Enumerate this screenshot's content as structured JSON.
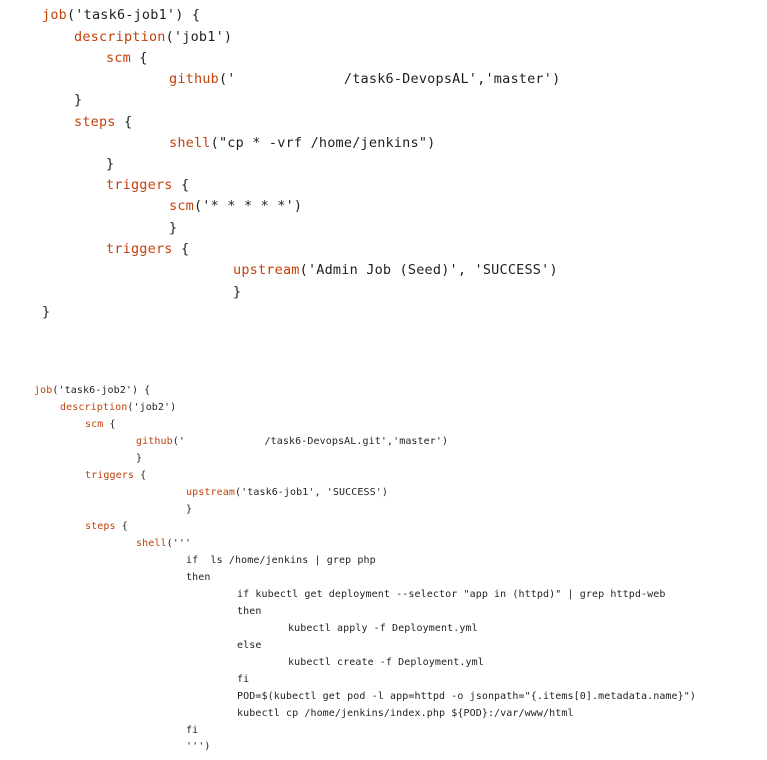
{
  "block1": {
    "l1": {
      "kw": "job",
      "rest": "('task6-job1') {"
    },
    "l2": {
      "kw": "description",
      "rest": "('job1')"
    },
    "l3": {
      "kw": "scm",
      "rest": " {"
    },
    "l4": {
      "kw": "github",
      "rest": "('             /task6-DevopsAL','master')"
    },
    "l5": {
      "rest": "}"
    },
    "l6": {
      "kw": "steps",
      "rest": " {"
    },
    "l7": {
      "kw": "shell",
      "rest": "(\"cp * -vrf /home/jenkins\")"
    },
    "l8": {
      "rest": "}"
    },
    "l9": {
      "kw": "triggers",
      "rest": " {"
    },
    "l10": {
      "kw": "scm",
      "rest": "('* * * * *')"
    },
    "l11": {
      "rest": "}"
    },
    "l12": {
      "kw": "triggers",
      "rest": " {"
    },
    "l13": {
      "kw": "upstream",
      "rest": "('Admin Job (Seed)', 'SUCCESS')"
    },
    "l14": {
      "rest": "}"
    },
    "l15": {
      "rest": "}"
    }
  },
  "block2": {
    "l1": {
      "kw": "job",
      "rest": "('task6-job2') {"
    },
    "l2": {
      "kw": "description",
      "rest": "('job2')"
    },
    "l3": {
      "kw": "scm",
      "rest": " {"
    },
    "l4": {
      "kw": "github",
      "rest": "('             /task6-DevopsAL.git','master')"
    },
    "l5": {
      "rest": "}"
    },
    "l6": {
      "kw": "triggers",
      "rest": " {"
    },
    "l7": {
      "kw": "upstream",
      "rest": "('task6-job1', 'SUCCESS')"
    },
    "l8": {
      "rest": "}"
    },
    "l9": {
      "kw": "steps",
      "rest": " {"
    },
    "l10": {
      "kw": "shell",
      "rest": "('''"
    },
    "l11": {
      "rest": "if  ls /home/jenkins | grep php"
    },
    "l12": {
      "rest": "then"
    },
    "l13": {
      "rest": "if kubectl get deployment --selector \"app in (httpd)\" | grep httpd-web"
    },
    "l14": {
      "rest": "then"
    },
    "l15": {
      "rest": "kubectl apply -f Deployment.yml"
    },
    "l16": {
      "rest": "else"
    },
    "l17": {
      "rest": "kubectl create -f Deployment.yml"
    },
    "l18": {
      "rest": "fi"
    },
    "l19": {
      "rest": "POD=$(kubectl get pod -l app=httpd -o jsonpath=\"{.items[0].metadata.name}\")"
    },
    "l20": {
      "rest": "kubectl cp /home/jenkins/index.php ${POD}:/var/www/html"
    },
    "l21": {
      "rest": "fi"
    },
    "l22": {
      "rest": "''')"
    }
  },
  "colors": {
    "keyword": "#c2410c",
    "text": "#1f1f1f",
    "background": "#ffffff"
  }
}
